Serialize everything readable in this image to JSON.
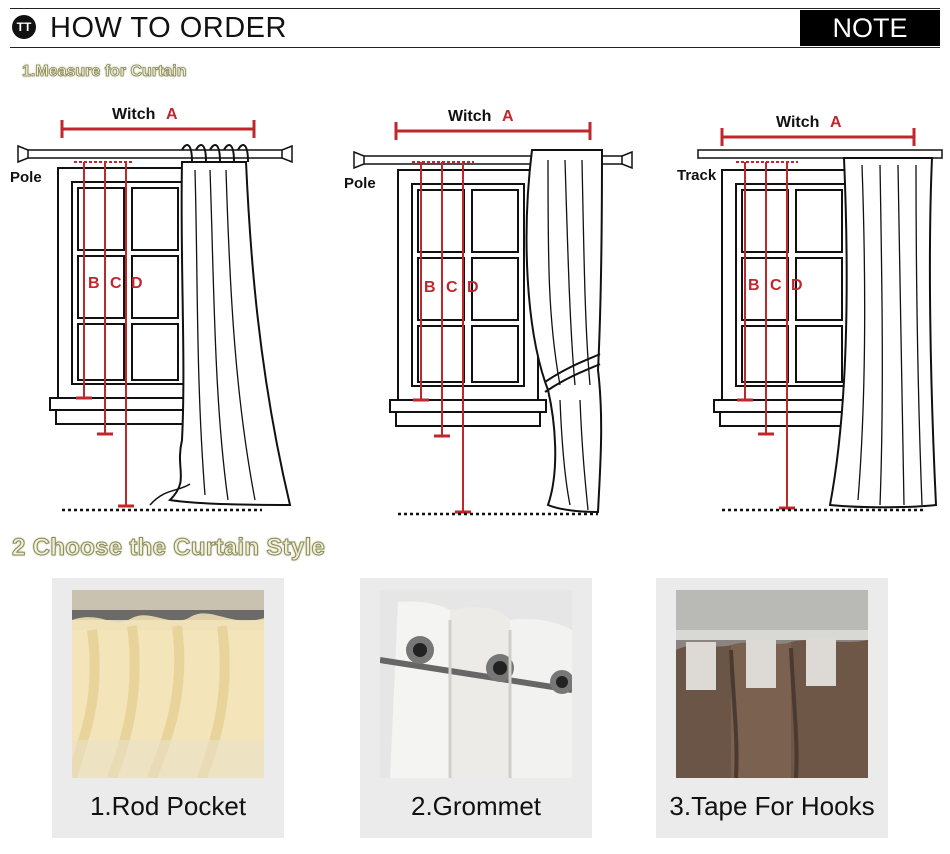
{
  "header": {
    "logo": "TT",
    "title": "HOW TO ORDER",
    "note": "NOTE"
  },
  "section1": {
    "title": "1.Measure for Curtain"
  },
  "diagrams": [
    {
      "mount_label": "Pole",
      "width_label": "Witch",
      "width_letter": "A",
      "drops": [
        "B",
        "C",
        "D"
      ]
    },
    {
      "mount_label": "Pole",
      "width_label": "Witch",
      "width_letter": "A",
      "drops": [
        "B",
        "C",
        "D"
      ]
    },
    {
      "mount_label": "Track",
      "width_label": "Witch",
      "width_letter": "A",
      "drops": [
        "B",
        "C",
        "D"
      ]
    }
  ],
  "section2": {
    "title": "2 Choose the Curtain Style"
  },
  "styles": [
    {
      "label": "1.Rod Pocket"
    },
    {
      "label": "2.Grommet"
    },
    {
      "label": "3.Tape For Hooks"
    }
  ],
  "colors": {
    "measure_red": "#c0272d",
    "header_black": "#000000",
    "title_olive": "#8a8a5a"
  }
}
